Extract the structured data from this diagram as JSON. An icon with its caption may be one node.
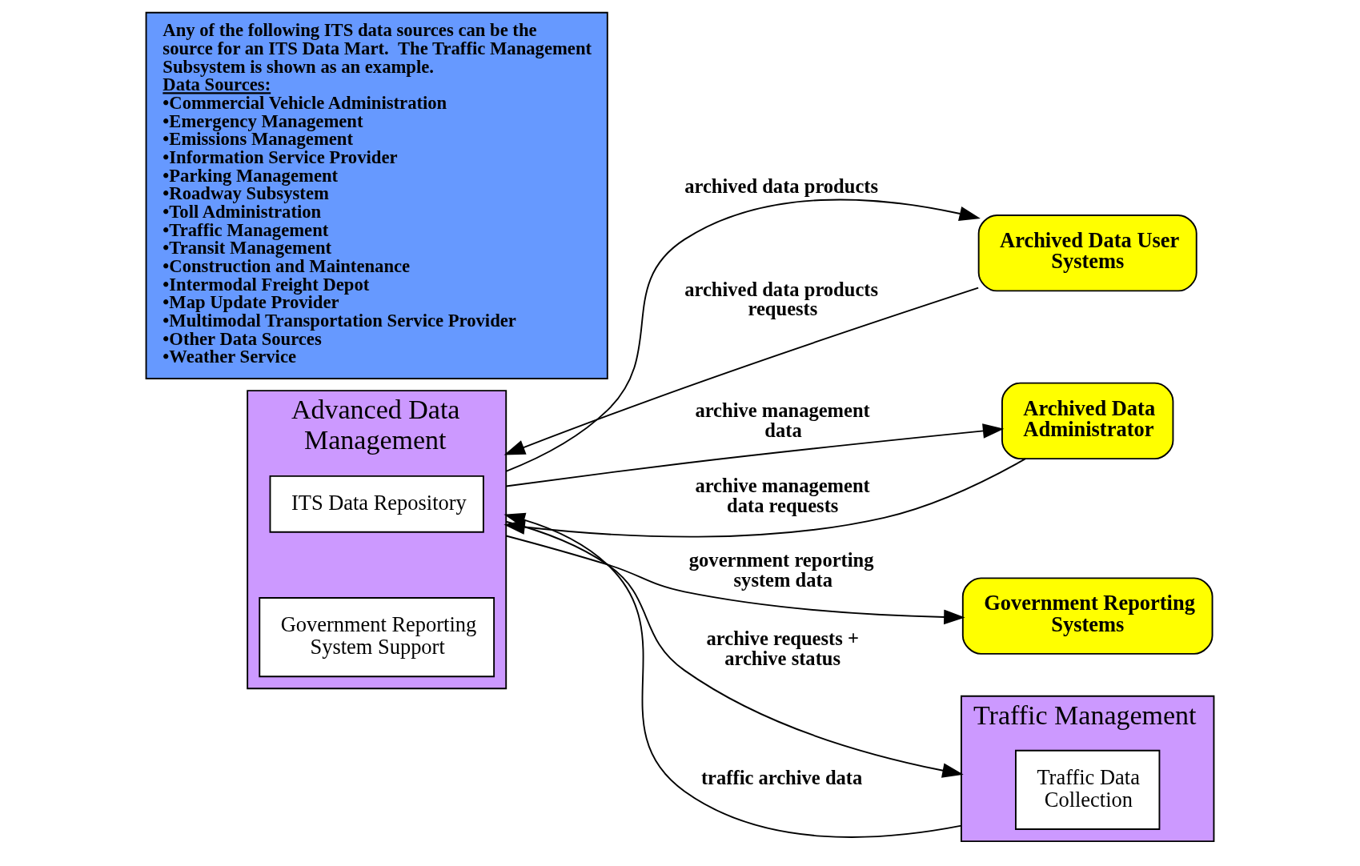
{
  "diagram": {
    "nodes": [
      {
        "text": [
          "Advanced Data Management"
        ]
      },
      {
        "text": [
          "ITS Data Repository"
        ],
        "in": 0
      },
      {
        "text": [
          "Government Reporting System Support"
        ],
        "in": 0
      },
      {
        "text": [
          "Archived Data User Systems"
        ]
      },
      {
        "text": [
          "Archived Data Administrator"
        ]
      },
      {
        "text": [
          "Government Reporting Systems"
        ]
      },
      {
        "text": [
          "Traffic Management"
        ]
      },
      {
        "text": [
          "Traffic Data Collection"
        ],
        "in": 6
      },
      {
        "text": [
          "Any of the following ITS data sources can be the source for an ITS Data Mart.  The Traffic Management Subsystem is shown as an example.",
          "Data Sources:",
          "•Commercial Vehicle Administration",
          "•Emergency Management",
          "•Emissions Management",
          "•Information Service Provider",
          "•Parking Management",
          "•Roadway Subsystem",
          "•Toll Administration",
          "•Traffic Management",
          "•Transit Management",
          "•Construction and Maintenance",
          "•Intermodal Freight Depot",
          "•Map Update Provider",
          "•Multimodal Transportation Service Provider",
          "•Other Data Sources",
          "•Weather Service"
        ]
      }
    ],
    "edges": [
      {
        "from": 0,
        "to": 3,
        "arrow": "to",
        "label": "archived data products"
      },
      {
        "from": 3,
        "to": 0,
        "arrow": "to",
        "label": "archived data products requests"
      },
      {
        "from": 0,
        "to": 4,
        "arrow": "to",
        "label": "archive management data"
      },
      {
        "from": 4,
        "to": 0,
        "arrow": "to",
        "label": "archive management data requests"
      },
      {
        "from": 0,
        "to": 5,
        "arrow": "to",
        "label": "government reporting system data"
      },
      {
        "from": 0,
        "to": 6,
        "arrow": "to",
        "label": "archive requests + archive status"
      },
      {
        "from": 6,
        "to": 0,
        "arrow": "to",
        "label": "traffic archive data"
      }
    ]
  }
}
